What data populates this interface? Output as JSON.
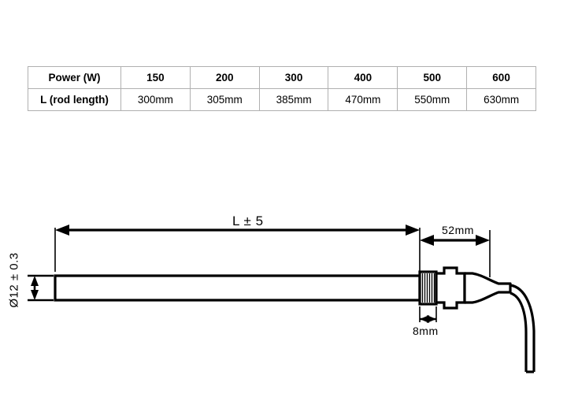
{
  "table": {
    "name": "power-rod-length-specification",
    "rows": [
      {
        "header": "Power (W)",
        "values": [
          "150",
          "200",
          "300",
          "400",
          "500",
          "600"
        ]
      },
      {
        "header": "L (rod length)",
        "values": [
          "300mm",
          "305mm",
          "385mm",
          "470mm",
          "550mm",
          "630mm"
        ]
      }
    ]
  },
  "drawing": {
    "title": "cartridge-heater-dimension-drawing",
    "dimensions": {
      "overall_length": "L ± 5",
      "connector_length": "52mm",
      "thread_length": "8mm",
      "rod_diameter": "Ø12 ± 0.3"
    },
    "colors": {
      "line": "#000000",
      "table_border": "#b0b0b0",
      "background": "#ffffff"
    }
  }
}
